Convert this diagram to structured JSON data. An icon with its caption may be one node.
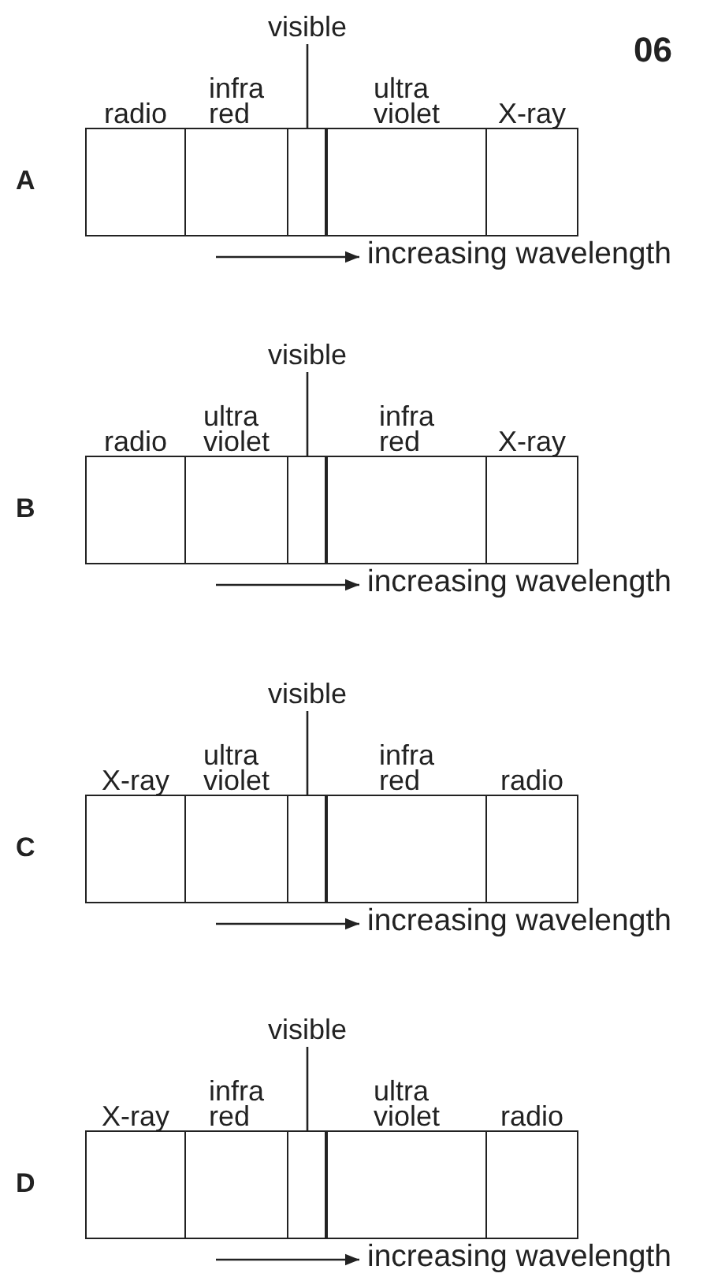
{
  "diagram": {
    "nodes": [
      {
        "text": [
          "visible"
        ]
      },
      {
        "text": [
          "radio"
        ]
      },
      {
        "text": [
          "infra red"
        ]
      },
      {
        "text": [],
        "shape": "box"
      },
      {
        "text": [
          "ultra violet"
        ]
      },
      {
        "text": [
          "X-ray"
        ]
      },
      {
        "text": [
          "visible"
        ]
      },
      {
        "text": [
          "radio"
        ]
      },
      {
        "text": [
          "ultra violet"
        ]
      },
      {
        "text": [],
        "shape": "box"
      },
      {
        "text": [
          "infra red"
        ]
      },
      {
        "text": [
          "X-ray"
        ]
      },
      {
        "text": [
          "visible"
        ]
      },
      {
        "text": [
          "X-ray"
        ]
      },
      {
        "text": [
          "ultra violet"
        ]
      },
      {
        "text": [],
        "shape": "box"
      },
      {
        "text": [
          "infra red"
        ]
      },
      {
        "text": [
          "radio"
        ]
      },
      {
        "text": [
          "visible"
        ]
      },
      {
        "text": [
          "X-ray"
        ]
      },
      {
        "text": [
          "infra red"
        ]
      },
      {
        "text": [],
        "shape": "box"
      },
      {
        "text": [
          "ultra violet"
        ]
      },
      {
        "text": [
          "radio"
        ]
      }
    ],
    "edges": [
      {
        "from": 0,
        "to": 3,
        "arrow": "none"
      },
      {
        "from": 6,
        "to": 9,
        "arrow": "none"
      },
      {
        "from": 12,
        "to": 15,
        "arrow": "none"
      },
      {
        "from": 18,
        "to": 21,
        "arrow": "none"
      }
    ],
    "labels": [
      "06",
      "A",
      "increasing wavelength",
      "B",
      "increasing wavelength",
      "C",
      "increasing wavelength",
      "D",
      "increasing wavelength"
    ]
  }
}
